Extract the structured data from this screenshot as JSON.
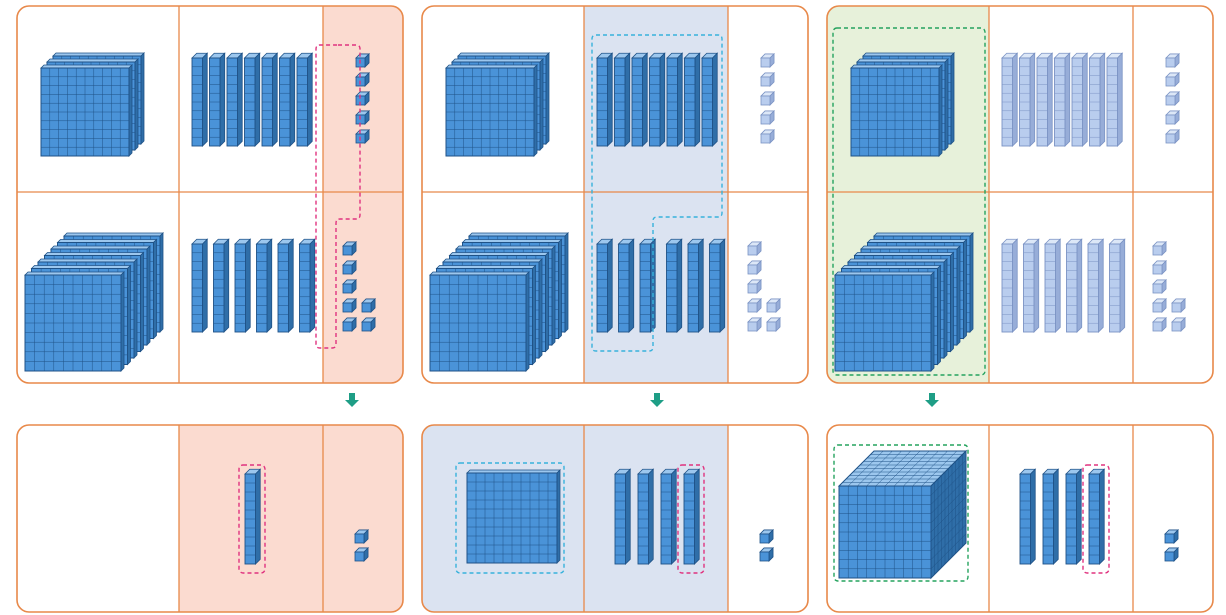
{
  "colors": {
    "frame": "#e8894a",
    "block_front": "#4a93d8",
    "block_top": "#9cc7ee",
    "block_side": "#2f6ea8",
    "block_edge": "#1f5287",
    "faded_front": "#b9cdee",
    "faded_top": "#dce7f7",
    "faded_side": "#97add8",
    "faded_edge": "#7b93c4",
    "highlight_ones": "#fbdbd0",
    "highlight_tens": "#dbe3f1",
    "highlight_hundreds": "#e7f1da",
    "dash_pink": "#e0337f",
    "dash_cyan": "#38b2dc",
    "dash_green": "#25a35e",
    "arrow": "#1e9e86"
  },
  "steps": [
    {
      "name": "regroup-ones",
      "highlight": "ones",
      "addends": [
        {
          "hundreds": 3,
          "tens": 7,
          "ones": 5
        },
        {
          "hundreds": 7,
          "tens": 6,
          "ones": 7
        }
      ],
      "result": {
        "thousands": 0,
        "hundreds": 0,
        "tens": 1,
        "ones": 2
      }
    },
    {
      "name": "regroup-tens",
      "highlight": "tens",
      "addends": [
        {
          "hundreds": 3,
          "tens": 7,
          "ones": 5
        },
        {
          "hundreds": 7,
          "tens": 6,
          "ones": 7
        }
      ],
      "result": {
        "thousands": 0,
        "hundreds": 1,
        "tens": 4,
        "ones": 2
      }
    },
    {
      "name": "regroup-hundreds",
      "highlight": "hundreds",
      "addends": [
        {
          "hundreds": 3,
          "tens": 7,
          "ones": 5
        },
        {
          "hundreds": 7,
          "tens": 6,
          "ones": 7
        }
      ],
      "result": {
        "thousands": 1,
        "hundreds": 0,
        "tens": 4,
        "ones": 2
      }
    }
  ]
}
